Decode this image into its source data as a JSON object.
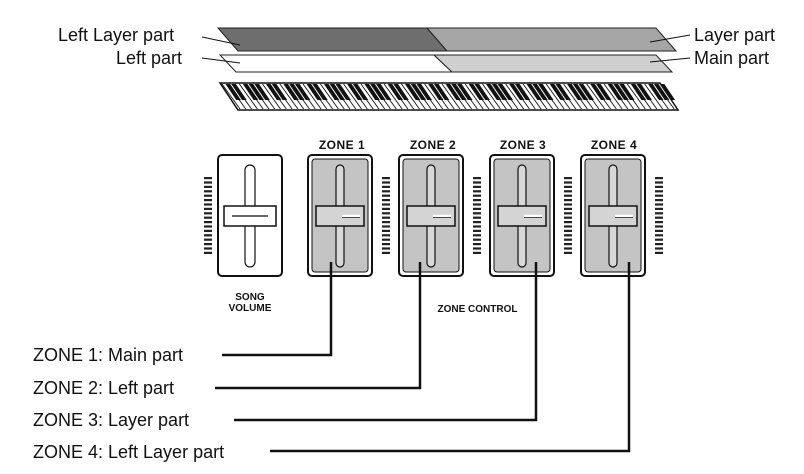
{
  "keyboard_labels": {
    "left_layer": "Left Layer part",
    "left": "Left part",
    "layer": "Layer part",
    "main": "Main part"
  },
  "faders": [
    {
      "title": "ZONE 1"
    },
    {
      "title": "ZONE 2"
    },
    {
      "title": "ZONE 3"
    },
    {
      "title": "ZONE 4"
    }
  ],
  "song_volume_label": "SONG\nVOLUME",
  "zone_control_label": "ZONE CONTROL",
  "zone_assignments": [
    {
      "text": "ZONE 1: Main part"
    },
    {
      "text": "ZONE 2: Left part"
    },
    {
      "text": "ZONE 3: Layer part"
    },
    {
      "text": "ZONE 4: Left Layer part"
    }
  ],
  "colors": {
    "left_layer_bar": "#6e6e6e",
    "layer_bar": "#a6a6a6",
    "main_bar": "#cfcfcf",
    "left_bar": "#ffffff",
    "zone_fader_body": "#c4c4c4"
  }
}
